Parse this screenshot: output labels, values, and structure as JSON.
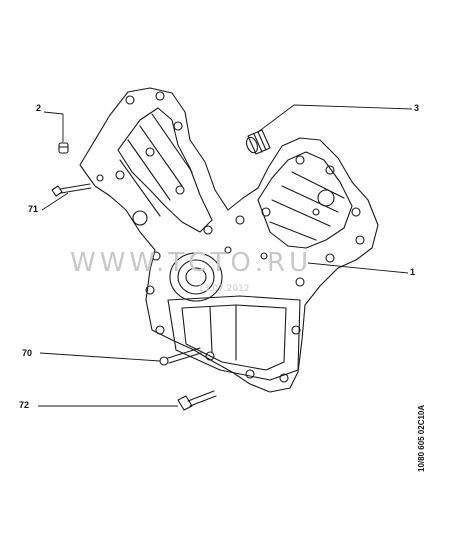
{
  "callouts": {
    "c2": "2",
    "c3": "3",
    "c71": "71",
    "c1": "1",
    "c70": "70",
    "c72": "72"
  },
  "watermark": {
    "text": "WWW.ТСТО.RU",
    "date": "13.07.2012"
  },
  "reference_code": "10/80 605  02C10A",
  "colors": {
    "line": "#1a1a1a",
    "watermark": "#c8c8c8"
  }
}
